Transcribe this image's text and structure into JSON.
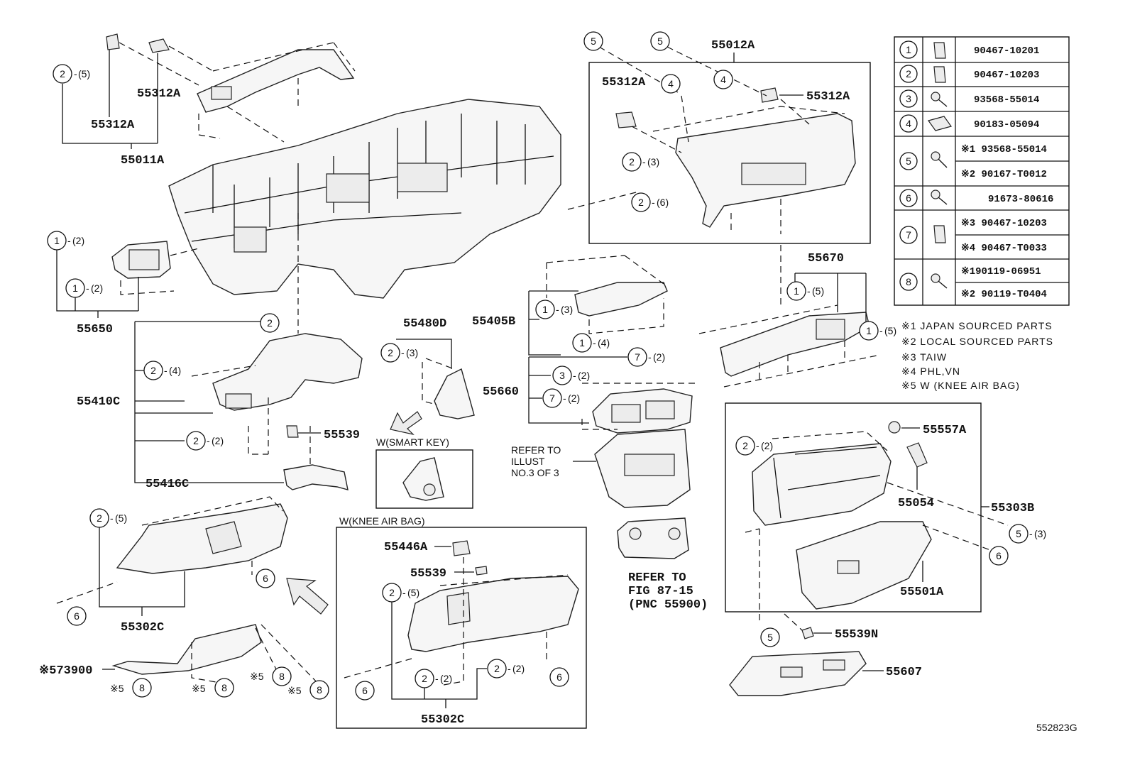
{
  "figure_code": "552823G",
  "part_numbers": {
    "p55012A": "55012A",
    "p55312A_tl": "55312A",
    "p55312A_l2": "55312A",
    "p55011A": "55011A",
    "p55312A_box_l": "55312A",
    "p55312A_box_r": "55312A",
    "p55670": "55670",
    "p55650": "55650",
    "p55410C": "55410C",
    "p55539_a": "55539",
    "p55416C": "55416C",
    "p55480D": "55480D",
    "p55405B": "55405B",
    "p55660": "55660",
    "p55557A": "55557A",
    "p55054": "55054",
    "p55303B": "55303B",
    "p55501A": "55501A",
    "p55539N": "55539N",
    "p55607": "55607",
    "p55302C_a": "55302C",
    "p55302C_b": "55302C",
    "p55446A": "55446A",
    "p55539_b": "55539",
    "p573900": "※573900"
  },
  "refer_illust": [
    "REFER TO",
    "ILLUST",
    "NO.3 OF 3"
  ],
  "refer_fig": [
    "REFER TO",
    "FIG 87-15",
    "(PNC 55900)"
  ],
  "smart_key_label": "W(SMART  KEY)",
  "knee_airbag_label": "W(KNEE AIR BAG)",
  "fastener_table": [
    {
      "ref": "1",
      "parts": [
        "90467-10201"
      ]
    },
    {
      "ref": "2",
      "parts": [
        "90467-10203"
      ]
    },
    {
      "ref": "3",
      "parts": [
        "93568-55014"
      ]
    },
    {
      "ref": "4",
      "parts": [
        "90183-05094"
      ]
    },
    {
      "ref": "5",
      "parts": [
        "※1 93568-55014",
        "※2 90167-T0012"
      ]
    },
    {
      "ref": "6",
      "parts": [
        "91673-80616"
      ]
    },
    {
      "ref": "7",
      "parts": [
        "※3 90467-10203",
        "※4 90467-T0033"
      ]
    },
    {
      "ref": "8",
      "parts": [
        "※190119-06951",
        "※2 90119-T0404"
      ]
    }
  ],
  "notes": [
    "※1  JAPAN  SOURCED  PARTS",
    "※2  LOCAL  SOURCED  PARTS",
    "※3  TAIW",
    "※4 PHL,VN",
    "※5 W (KNEE AIR BAG)"
  ],
  "callouts": {
    "c2_5_tl": "(5)",
    "c1_2_a": "(2)",
    "c1_2_b": "(2)",
    "c2_4": "(4)",
    "c2_2_a": "(2)",
    "c2_3_a": "(3)",
    "c2_5_b": "(5)",
    "c1_3": "(3)",
    "c1_4": "(4)",
    "c7_2_a": "(2)",
    "c3_2": "(2)",
    "c7_2_b": "(2)",
    "c2_5_c": "(5)",
    "c2_2_b": "(2)",
    "c2_2_c": "(2)",
    "c2_3_b": "(3)",
    "c2_6": "(6)",
    "c1_5_a": "(5)",
    "c1_5_b": "(5)",
    "c2_2_d": "(2)",
    "c5_3": "(3)",
    "x5_a": "※5",
    "x5_b": "※5",
    "x5_c": "※5",
    "x5_d": "※5"
  }
}
